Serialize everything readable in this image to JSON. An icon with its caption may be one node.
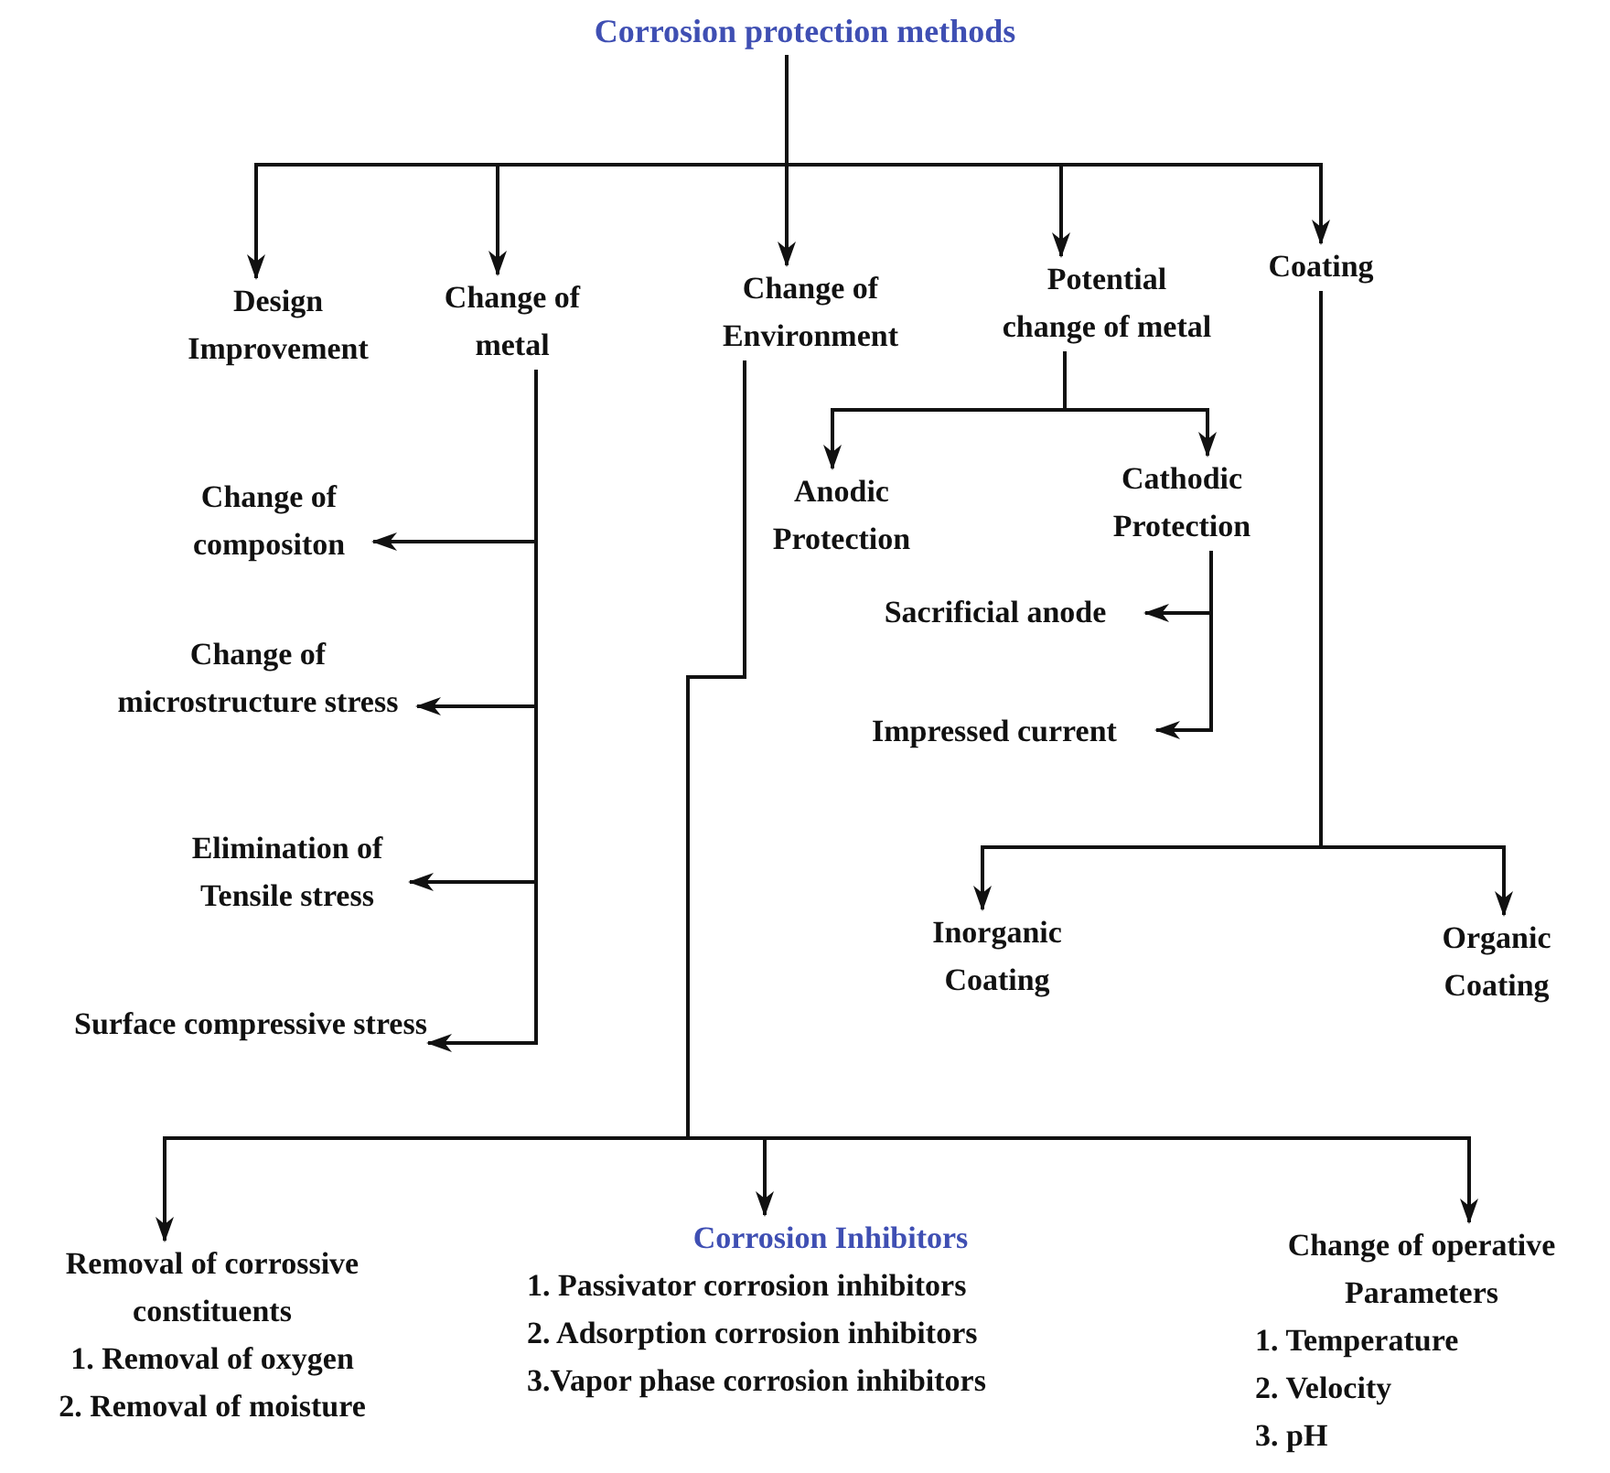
{
  "diagram": {
    "nodes": [
      {
        "text": [
          "Corrosion protection  methods"
        ]
      },
      {
        "text": [
          "Design Improvement"
        ]
      },
      {
        "text": [
          "Change of metal"
        ]
      },
      {
        "text": [
          "Change of Environment"
        ]
      },
      {
        "text": [
          "Potential change of metal"
        ]
      },
      {
        "text": [
          "Coating"
        ]
      },
      {
        "text": [
          "Anodic Protection"
        ]
      },
      {
        "text": [
          "Cathodic Protection"
        ]
      },
      {
        "text": [
          "Sacrificial anode"
        ]
      },
      {
        "text": [
          "Impressed current"
        ]
      },
      {
        "text": [
          "Change of compositon"
        ]
      },
      {
        "text": [
          "Change of microstructure stress"
        ]
      },
      {
        "text": [
          "Elimination of Tensile stress"
        ]
      },
      {
        "text": [
          "Surface compressive stress"
        ]
      },
      {
        "text": [
          "Inorganic Coating"
        ]
      },
      {
        "text": [
          "Organic Coating"
        ]
      },
      {
        "text": [
          "Removal of corrossive constituents",
          "1. Removal of oxygen",
          "2. Removal of moisture"
        ]
      },
      {
        "text": [
          "Corrosion Inhibitors",
          "1. Passivator corrosion inhibitors",
          "2. Adsorption corrosion inhibitors",
          "3.Vapor phase corrosion inhibitors"
        ]
      },
      {
        "text": [
          "Change of operative Parameters",
          "1. Temperature",
          "2. Velocity",
          "3. pH"
        ]
      }
    ],
    "edges": [
      {
        "from": 0,
        "to": 1,
        "arrow": "to"
      },
      {
        "from": 0,
        "to": 2,
        "arrow": "to"
      },
      {
        "from": 0,
        "to": 3,
        "arrow": "to"
      },
      {
        "from": 0,
        "to": 4,
        "arrow": "to"
      },
      {
        "from": 0,
        "to": 5,
        "arrow": "to"
      },
      {
        "from": 2,
        "to": 10,
        "arrow": "to"
      },
      {
        "from": 2,
        "to": 11,
        "arrow": "to"
      },
      {
        "from": 2,
        "to": 12,
        "arrow": "to"
      },
      {
        "from": 2,
        "to": 13,
        "arrow": "to"
      },
      {
        "from": 4,
        "to": 6,
        "arrow": "to"
      },
      {
        "from": 4,
        "to": 7,
        "arrow": "to"
      },
      {
        "from": 7,
        "to": 8,
        "arrow": "to"
      },
      {
        "from": 7,
        "to": 9,
        "arrow": "to"
      },
      {
        "from": 5,
        "to": 14,
        "arrow": "to"
      },
      {
        "from": 5,
        "to": 15,
        "arrow": "to"
      },
      {
        "from": 3,
        "to": 16,
        "arrow": "to"
      },
      {
        "from": 3,
        "to": 17,
        "arrow": "to"
      },
      {
        "from": 3,
        "to": 18,
        "arrow": "to"
      }
    ]
  }
}
